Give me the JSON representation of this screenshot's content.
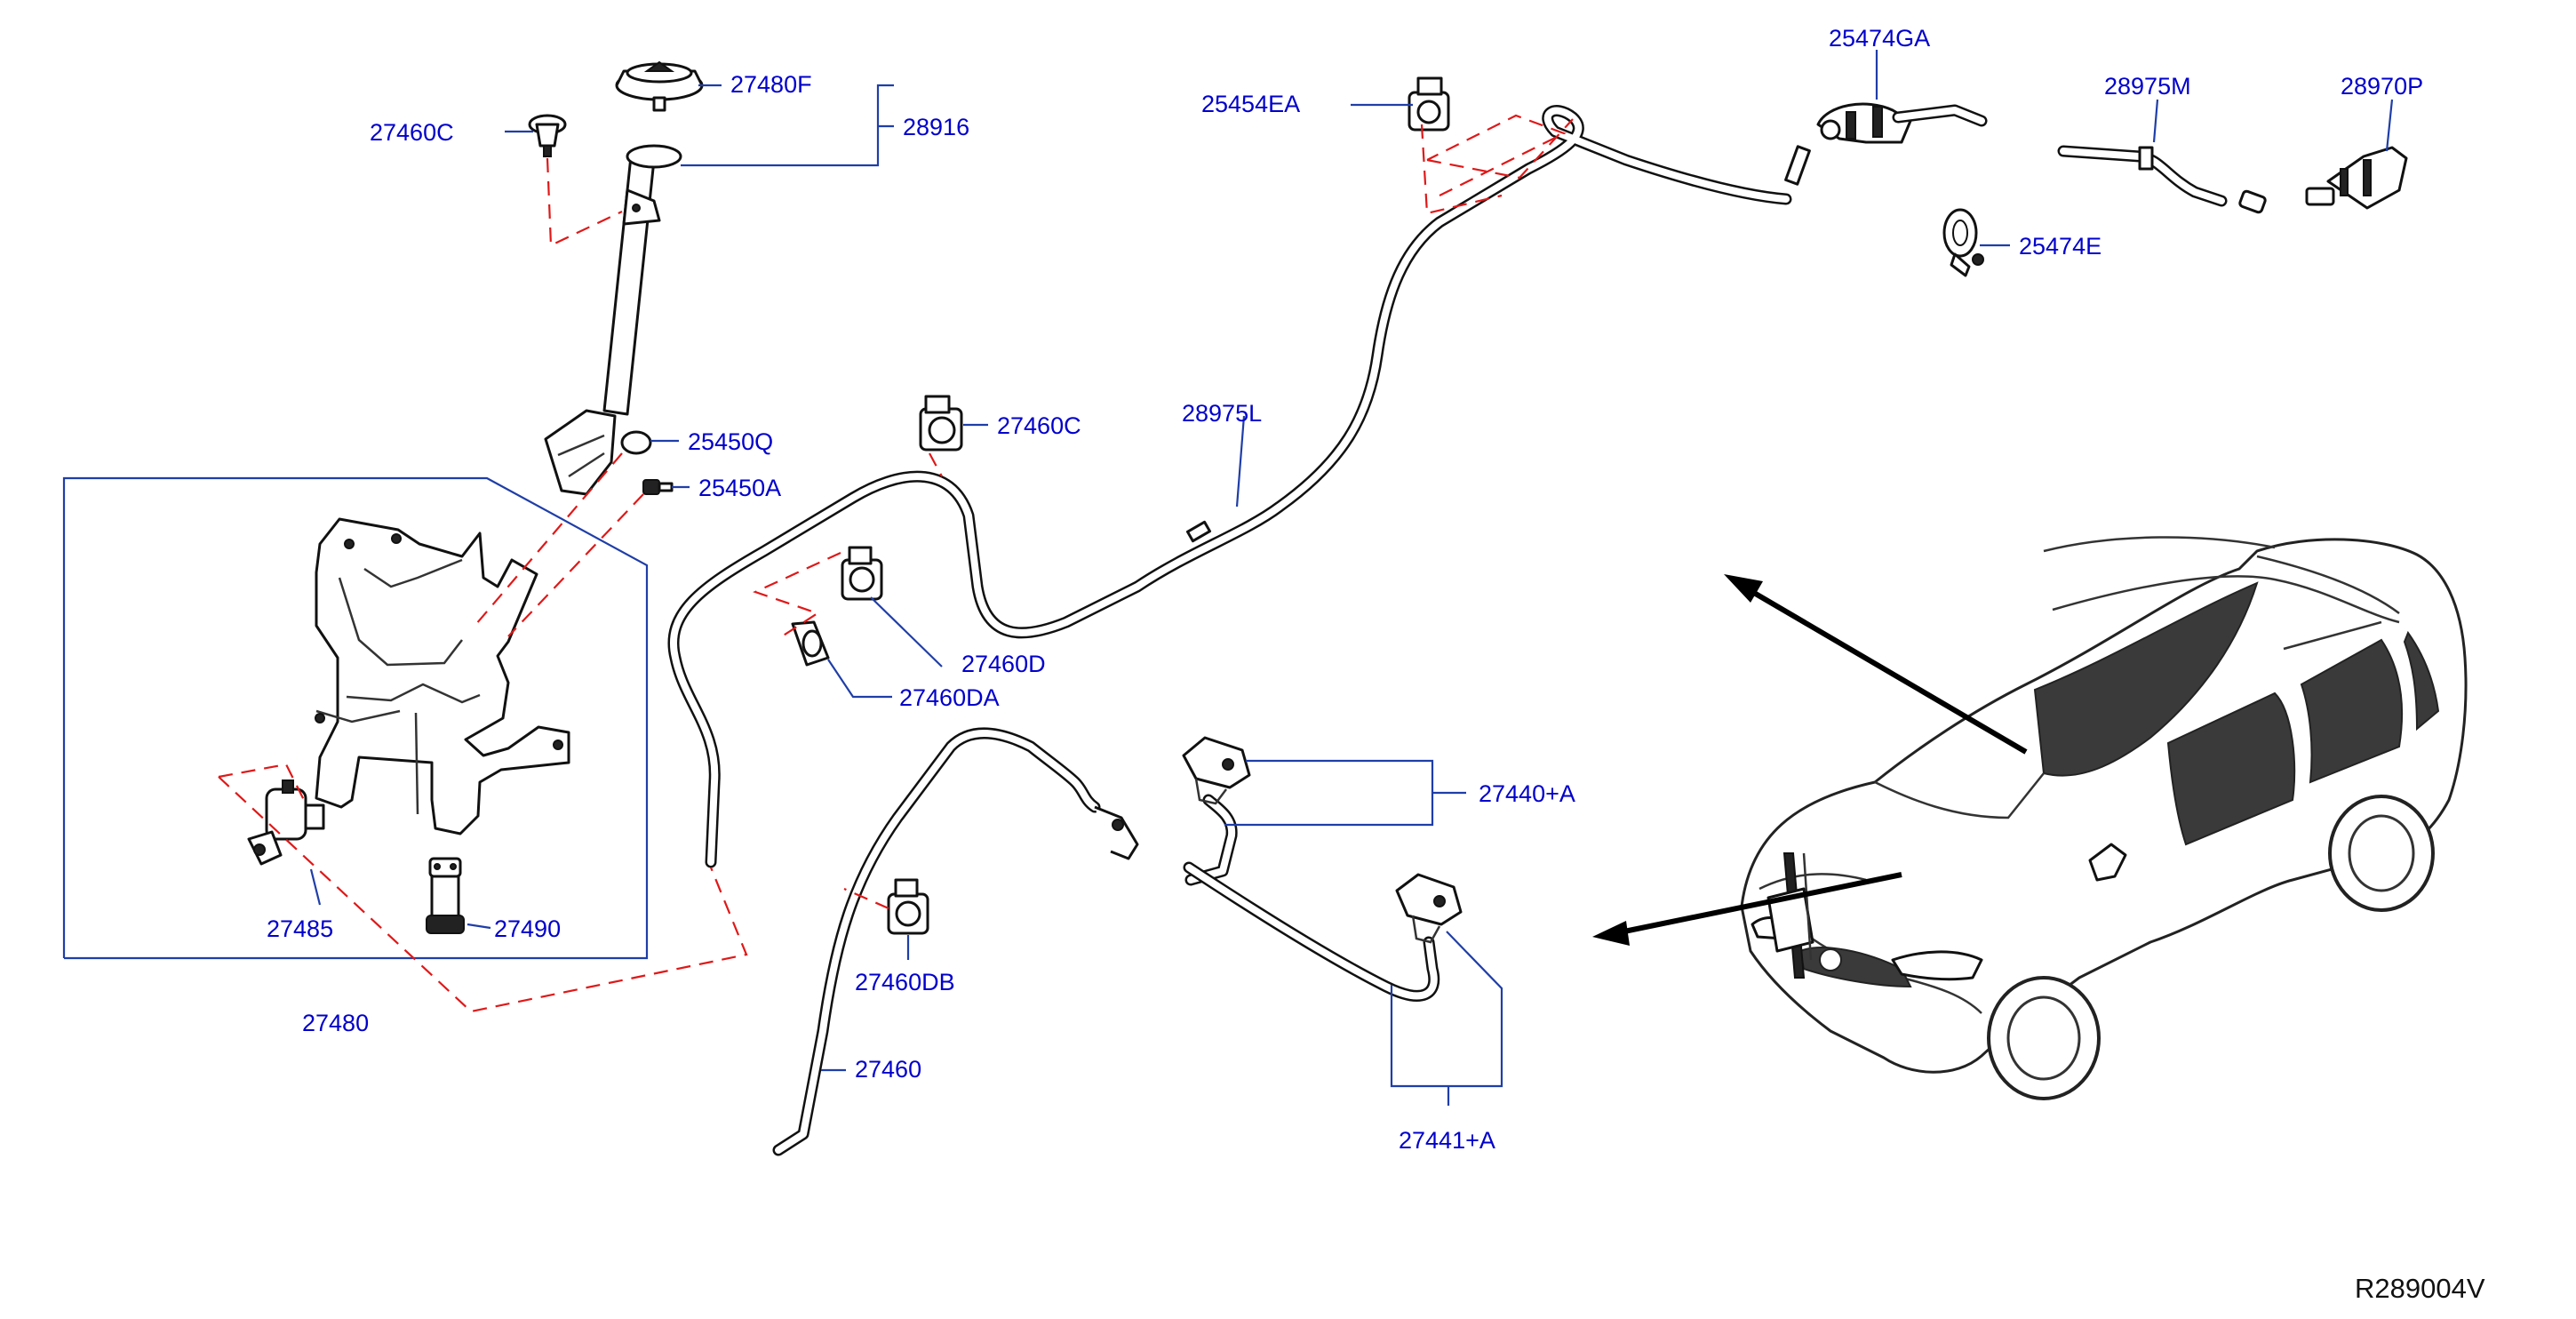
{
  "labels": {
    "p27480F": "27480F",
    "p28916": "28916",
    "p27460C_top": "27460C",
    "p25450Q": "25450Q",
    "p25450A": "25450A",
    "p27485": "27485",
    "p27490": "27490",
    "p27480": "27480",
    "p27460C_mid": "27460C",
    "p27460D": "27460D",
    "p27460DA": "27460DA",
    "p28975L": "28975L",
    "p25454EA": "25454EA",
    "p25474GA": "25474GA",
    "p28975M": "28975M",
    "p28970P": "28970P",
    "p25474E": "25474E",
    "p27440A": "27440+A",
    "p27460DB": "27460DB",
    "p27460": "27460",
    "p27441A": "27441+A"
  },
  "diagram_ref": "R289004V",
  "colors": {
    "label_text": "#0000cc",
    "leader_line": "#1f3ea8",
    "dashed_guide": "#e01818",
    "hose": "#111111"
  }
}
